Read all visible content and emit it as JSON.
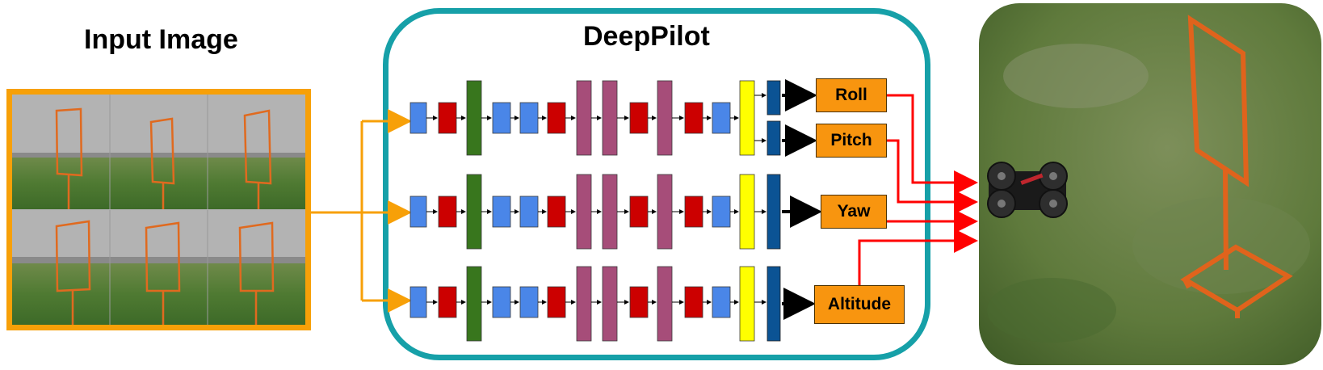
{
  "input_title": "Input Image",
  "network_title": "DeepPilot",
  "outputs": {
    "roll": "Roll",
    "pitch": "Pitch",
    "yaw": "Yaw",
    "altitude": "Altitude"
  },
  "colors": {
    "input_border": "#f7a008",
    "network_border": "#16a0a8",
    "input_arrow": "#f7a008",
    "control_arrow": "#ff0000",
    "output_box": "#f8950f",
    "conv_blue": "#4a86e8",
    "pool_red": "#cc0000",
    "block_green": "#38761d",
    "block_mauve": "#a64d79",
    "concat_yellow": "#ffff00",
    "fc_navy": "#0b5394",
    "gate_frame": "#e06a1f"
  },
  "icons": [
    "drone-icon",
    "gate-icon"
  ]
}
